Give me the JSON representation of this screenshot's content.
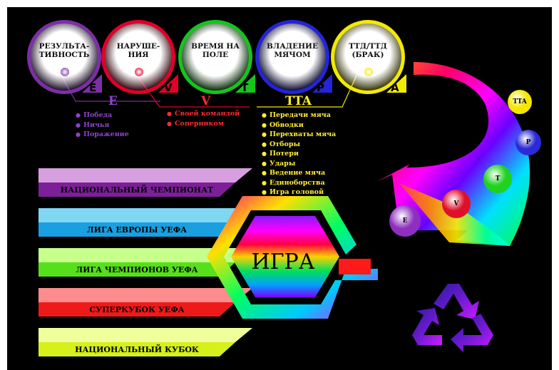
{
  "circles": [
    {
      "label": "РЕЗУЛЬТА-\nТИВНОСТЬ",
      "tag": "E",
      "color": "#7b2fa6"
    },
    {
      "label": "НАРУШЕ-\nНИЯ",
      "tag": "V",
      "color": "#e0002a"
    },
    {
      "label": "ВРЕМЯ НА\nПОЛЕ",
      "tag": "T",
      "color": "#15c51a"
    },
    {
      "label": "ВЛАДЕНИЕ\nМЯЧОМ",
      "tag": "P",
      "color": "#2424d8"
    },
    {
      "label": "ТТД/ТТД\n(БРАК)",
      "tag": "A",
      "color": "#f2ea00"
    }
  ],
  "groups": {
    "e": {
      "title": "E",
      "items": [
        "Победа",
        "Ничья",
        "Поражение"
      ],
      "color": "#8e44c9"
    },
    "v": {
      "title": "V",
      "items": [
        "Своей командой",
        "Соперником"
      ],
      "color": "#ff2a2a"
    },
    "tta": {
      "title": "TTA",
      "items": [
        "Передачи мяча",
        "Обводки",
        "Перехваты мяча",
        "Отборы",
        "Потери",
        "Удары",
        "Ведение мяча",
        "Единоборства",
        "Игра головой"
      ],
      "color": "#ffee33"
    }
  },
  "banners": [
    {
      "label": "НАЦИОНАЛЬНЫЙ ЧЕМПИОНАТ",
      "top": "#d79fe0",
      "bottom": "#7e1f9a"
    },
    {
      "label": "ЛИГА ЕВРОПЫ УЕФА",
      "top": "#7fd7f2",
      "bottom": "#1a9fe0"
    },
    {
      "label": "ЛИГА ЧЕМПИОНОВ УЕФА",
      "top": "#c6ff8a",
      "bottom": "#56e01c"
    },
    {
      "label": "СУПЕРКУБОК УЕФА",
      "top": "#ff8c8c",
      "bottom": "#ee1a1a"
    },
    {
      "label": "НАЦИОНАЛЬНЫЙ КУБОК",
      "top": "#efff9a",
      "bottom": "#d6f01c"
    }
  ],
  "center": {
    "label": "ИГРА"
  },
  "balls": [
    {
      "label": "TTA",
      "color": "#f4e600"
    },
    {
      "label": "P",
      "color": "#2a2ad8"
    },
    {
      "label": "T",
      "color": "#1ed21e"
    },
    {
      "label": "V",
      "color": "#e0102a"
    },
    {
      "label": "E",
      "color": "#8e2fc0"
    }
  ],
  "icons": {
    "recycle": "recycle-icon"
  }
}
